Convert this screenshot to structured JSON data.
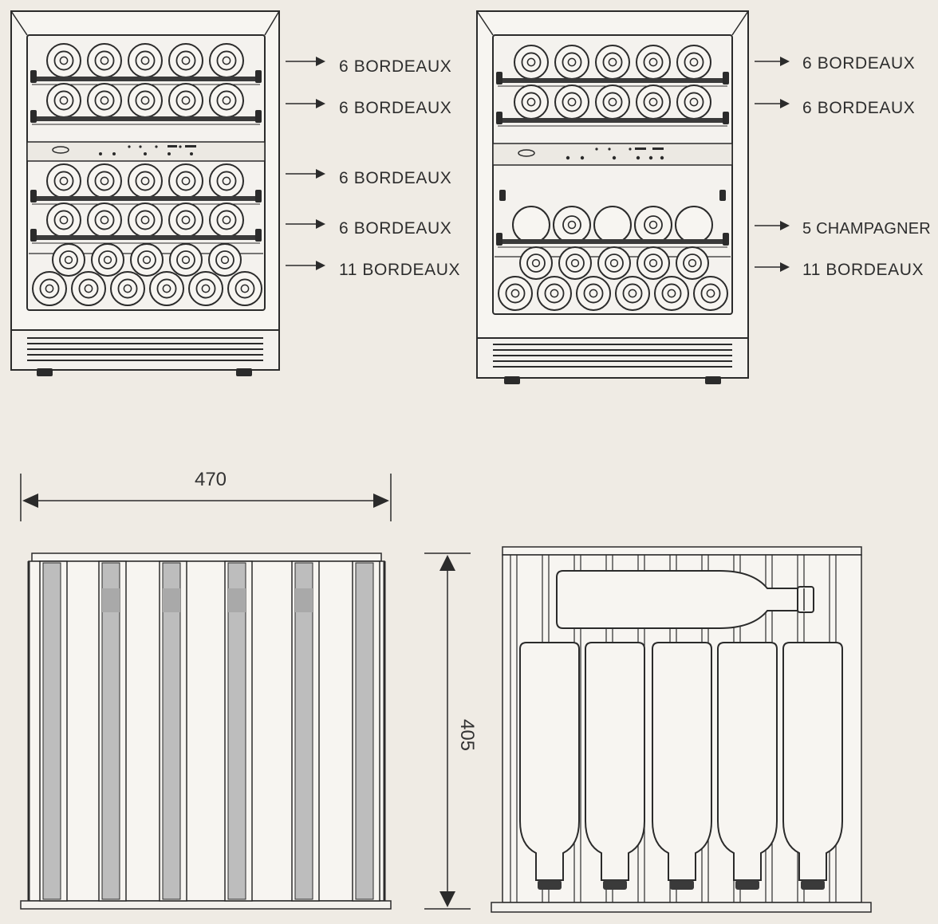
{
  "colors": {
    "background": "#efebe4",
    "line": "#2b2b2b",
    "panel": "#f7f5f1",
    "shelf": "#3a3a3a",
    "rail": "#bdbdbd"
  },
  "cabinets": [
    {
      "labels": [
        "6 BORDEAUX",
        "6 BORDEAUX",
        "6 BORDEAUX",
        "6 BORDEAUX",
        "11 BORDEAUX"
      ]
    },
    {
      "labels": [
        "6 BORDEAUX",
        "6 BORDEAUX",
        "5 CHAMPAGNER",
        "11 BORDEAUX"
      ]
    }
  ],
  "dimensions": {
    "width": "470",
    "depth": "405"
  }
}
